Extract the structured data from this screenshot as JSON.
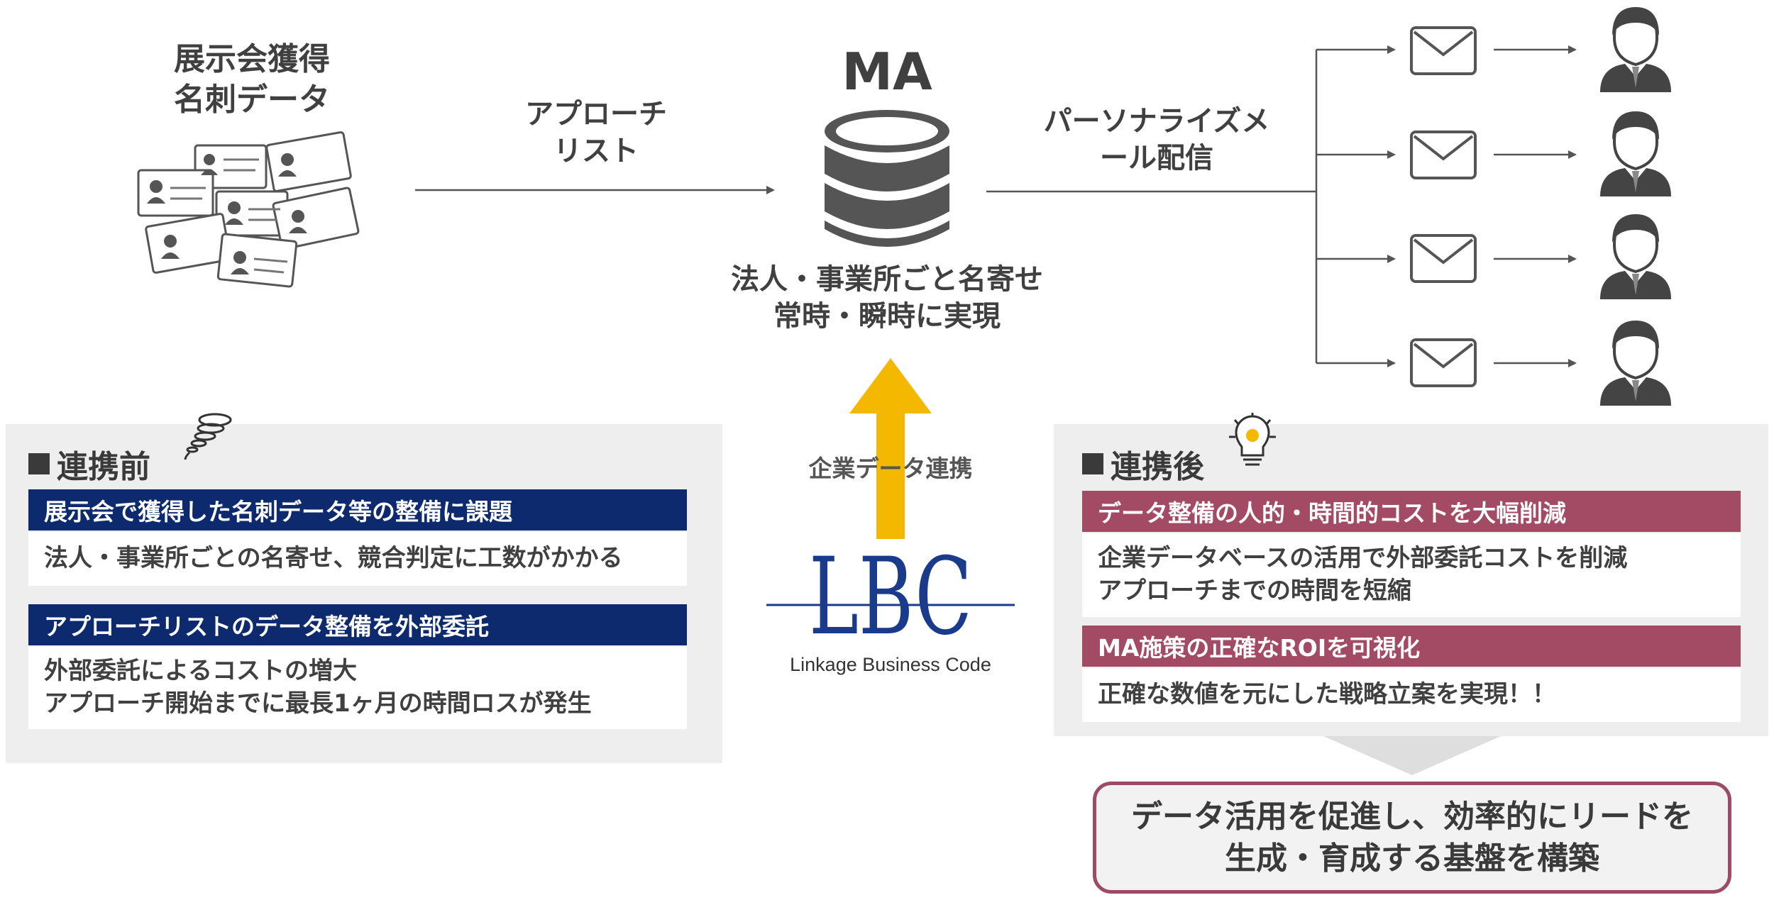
{
  "left_source": {
    "line1": "展示会獲得",
    "line2": "名刺データ"
  },
  "arrow_label": {
    "line1": "アプローチ",
    "line2": "リスト"
  },
  "ma": {
    "title": "MA",
    "desc_line1": "法人・事業所ごと名寄せ",
    "desc_line2": "常時・瞬時に実現"
  },
  "mail_label": {
    "line1": "パーソナライズメ",
    "line2": "ール配信"
  },
  "lbc": {
    "logo_text": "LBC",
    "tagline": "Linkage Business Code",
    "arrow_label": "企業データ連携",
    "arrow_color": "#f5b800"
  },
  "before": {
    "title": "連携前",
    "items": [
      {
        "header": "展示会で獲得した名刺データ等の整備に課題",
        "lines": [
          "法人・事業所ごとの名寄せ、競合判定に工数がかかる"
        ]
      },
      {
        "header": "アプローチリストのデータ整備を外部委託",
        "lines": [
          "外部委託によるコストの増大",
          "アプローチ開始までに最長1ヶ月の時間ロスが発生"
        ]
      }
    ]
  },
  "after": {
    "title": "連携後",
    "items": [
      {
        "header": "データ整備の人的・時間的コストを大幅削減",
        "lines": [
          "企業データベースの活用で外部委託コストを削減",
          "アプローチまでの時間を短縮"
        ]
      },
      {
        "header": "MA施策の正確なROIを可視化",
        "lines": [
          "正確な数値を元にした戦略立案を実現！！"
        ]
      }
    ]
  },
  "result": {
    "line1": "データ活用を促進し、効率的にリードを",
    "line2": "生成・育成する基盤を構築"
  },
  "colors": {
    "navy": "#0d2a6e",
    "rose": "#a34a64",
    "panel": "#eeeeee",
    "logo_blue": "#1a3b8c"
  }
}
